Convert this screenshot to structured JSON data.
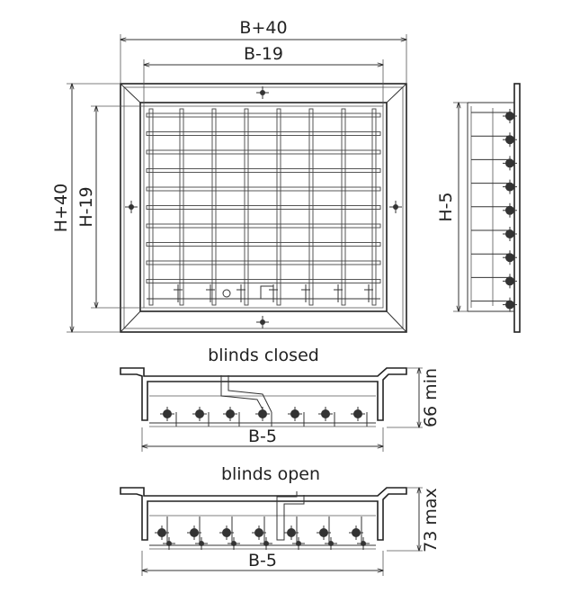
{
  "dimensions": {
    "front_width_outer": "B+40",
    "front_width_inner": "B-19",
    "front_height_outer": "H+40",
    "front_height_inner": "H-19",
    "side_height": "H-5",
    "closed_width": "B-5",
    "closed_depth": "66 min",
    "open_width": "B-5",
    "open_depth": "73 max"
  },
  "captions": {
    "closed": "blinds closed",
    "open": "blinds open"
  }
}
